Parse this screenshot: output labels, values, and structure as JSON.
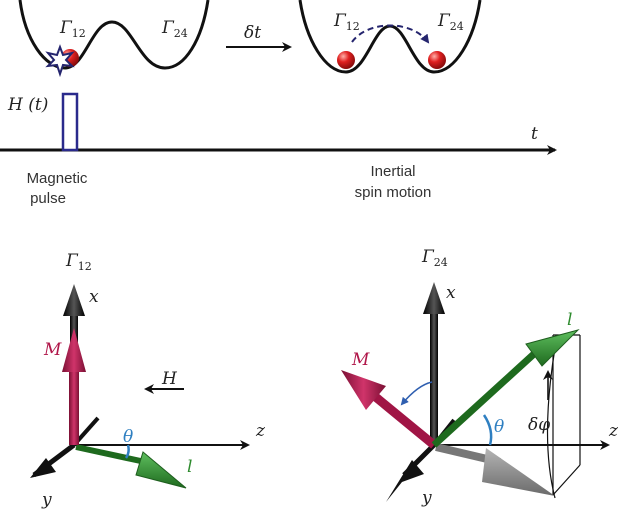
{
  "top": {
    "well_left": {
      "label_left": "Γ",
      "label_left_sub": "12",
      "label_right": "Γ",
      "label_right_sub": "24"
    },
    "well_right": {
      "label_left": "Γ",
      "label_left_sub": "12",
      "label_right": "Γ",
      "label_right_sub": "24"
    },
    "delay_label": "δt",
    "field_label": "H (t)",
    "time_label": "t",
    "pulse_caption_line1": "Magnetic",
    "pulse_caption_line2": "pulse",
    "motion_caption_line1": "Inertial",
    "motion_caption_line2": "spin motion"
  },
  "left_frame": {
    "title": "Γ",
    "title_sub": "12",
    "axis_x": "x",
    "axis_y": "y",
    "axis_z": "z",
    "vec_M": "M",
    "vec_l": "l",
    "angle": "θ",
    "field": "H"
  },
  "right_frame": {
    "title": "Γ",
    "title_sub": "24",
    "axis_x": "x",
    "axis_y": "y",
    "axis_z": "z",
    "vec_M": "M",
    "vec_l": "l",
    "angle": "θ",
    "dphi": "δφ"
  },
  "colors": {
    "M": "#b0174a",
    "l": "#2e8b2e",
    "pulse": "#2a2a8c",
    "angle": "#2f7fc1",
    "ball": "#d61f1f",
    "axis": "#111111",
    "projection": "#8a8a8a"
  }
}
